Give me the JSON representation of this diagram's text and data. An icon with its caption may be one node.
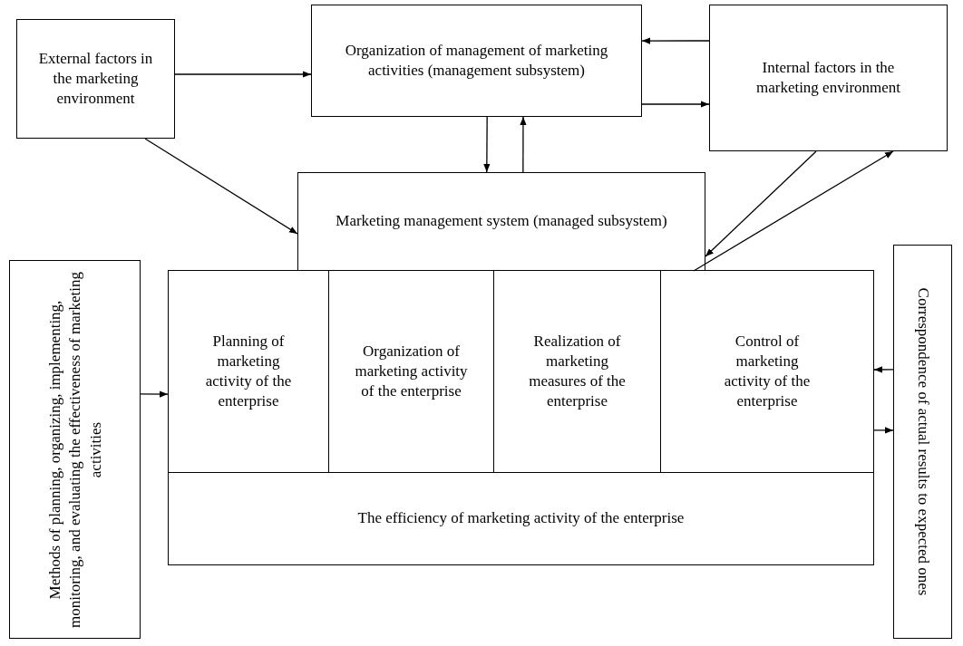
{
  "diagram": {
    "nodes": [
      {
        "text": [
          "External factors in the marketing environment"
        ]
      },
      {
        "text": [
          "Organization of management of marketing activities (management subsystem)"
        ]
      },
      {
        "text": [
          "Internal factors in the marketing environment"
        ]
      },
      {
        "text": [
          "Marketing management system (managed subsystem)"
        ]
      },
      {
        "text": [
          "Planning of marketing activity of the enterprise"
        ]
      },
      {
        "text": [
          "Organization of marketing activity of the enterprise"
        ]
      },
      {
        "text": [
          "Realization of marketing measures of the enterprise"
        ]
      },
      {
        "text": [
          "Control of marketing activity of the enterprise"
        ]
      },
      {
        "text": [
          "The efficiency of marketing activity of the enterprise"
        ]
      },
      {
        "text": [
          "Methods of planning, organizing, implementing, monitoring, and evaluating the effectiveness of marketing activities"
        ]
      },
      {
        "text": [
          "Correspondence of actual results to expected ones"
        ]
      }
    ],
    "edges": [
      {
        "from": 0,
        "to": 1,
        "arrow": "to"
      },
      {
        "from": 2,
        "to": 1,
        "arrow": "to"
      },
      {
        "from": 1,
        "to": 2,
        "arrow": "to"
      },
      {
        "from": 1,
        "to": 3,
        "arrow": "to"
      },
      {
        "from": 3,
        "to": 1,
        "arrow": "to"
      },
      {
        "from": 0,
        "to": 3,
        "arrow": "to"
      },
      {
        "from": 2,
        "to": 3,
        "arrow": "to"
      },
      {
        "from": 3,
        "to": 2,
        "arrow": "to"
      },
      {
        "from": 9,
        "to": 4,
        "arrow": "to"
      },
      {
        "from": 10,
        "to": 7,
        "arrow": "to"
      },
      {
        "from": 7,
        "to": 10,
        "arrow": "to"
      }
    ]
  }
}
